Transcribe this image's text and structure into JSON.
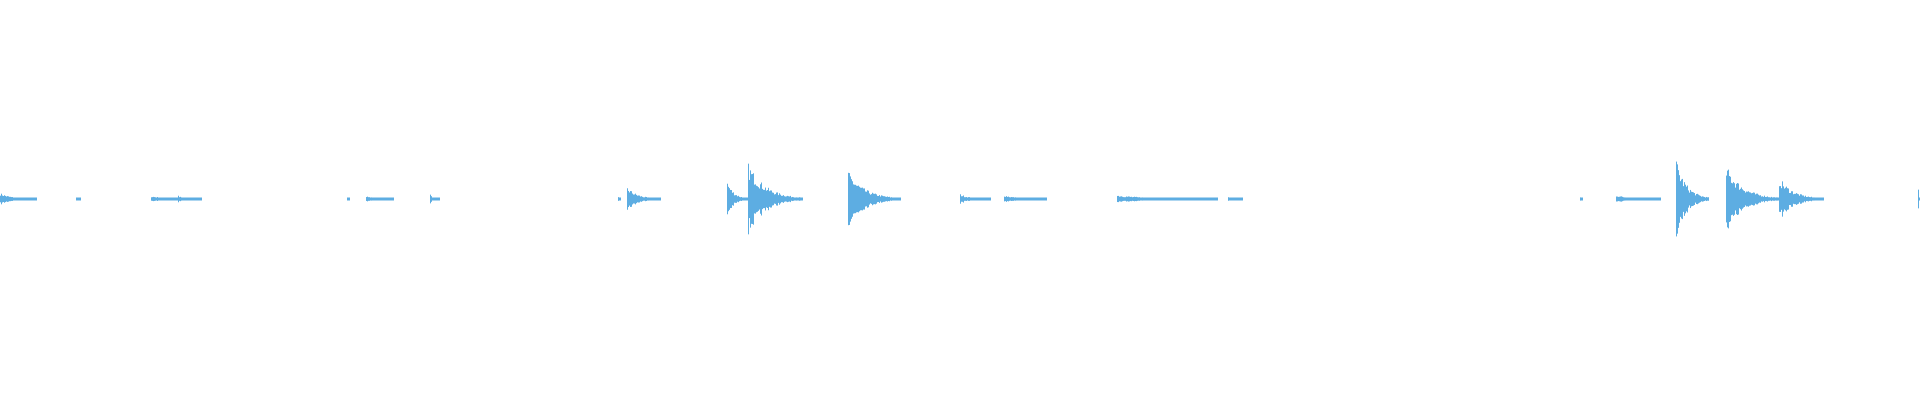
{
  "chart_data": {
    "type": "waveform",
    "color": "#5DADE2",
    "amplitude_range": [
      -1,
      1
    ],
    "duration_fraction_unit": "percent",
    "bursts": [
      {
        "start": 0.0,
        "end": 1.9,
        "peak": 0.03
      },
      {
        "start": 4.0,
        "end": 4.2,
        "peak": 0.01
      },
      {
        "start": 7.9,
        "end": 10.5,
        "peak": 0.015
      },
      {
        "start": 9.3,
        "end": 9.8,
        "peak": 0.02
      },
      {
        "start": 18.1,
        "end": 18.2,
        "peak": 0.01
      },
      {
        "start": 19.1,
        "end": 20.5,
        "peak": 0.015
      },
      {
        "start": 22.4,
        "end": 22.9,
        "peak": 0.025
      },
      {
        "start": 32.2,
        "end": 32.3,
        "peak": 0.01
      },
      {
        "start": 32.7,
        "end": 34.4,
        "peak": 0.06
      },
      {
        "start": 37.9,
        "end": 39.0,
        "peak": 0.09
      },
      {
        "start": 39.0,
        "end": 41.8,
        "peak": 0.18
      },
      {
        "start": 44.2,
        "end": 46.9,
        "peak": 0.14
      },
      {
        "start": 50.0,
        "end": 51.6,
        "peak": 0.025
      },
      {
        "start": 52.3,
        "end": 54.5,
        "peak": 0.02
      },
      {
        "start": 58.2,
        "end": 63.4,
        "peak": 0.02
      },
      {
        "start": 64.0,
        "end": 64.7,
        "peak": 0.01
      },
      {
        "start": 82.3,
        "end": 82.4,
        "peak": 0.01
      },
      {
        "start": 84.2,
        "end": 86.5,
        "peak": 0.02
      },
      {
        "start": 87.3,
        "end": 89.0,
        "peak": 0.2
      },
      {
        "start": 89.9,
        "end": 92.7,
        "peak": 0.17
      },
      {
        "start": 92.7,
        "end": 95.0,
        "peak": 0.11
      },
      {
        "start": 99.9,
        "end": 100.0,
        "peak": 0.06
      }
    ]
  }
}
